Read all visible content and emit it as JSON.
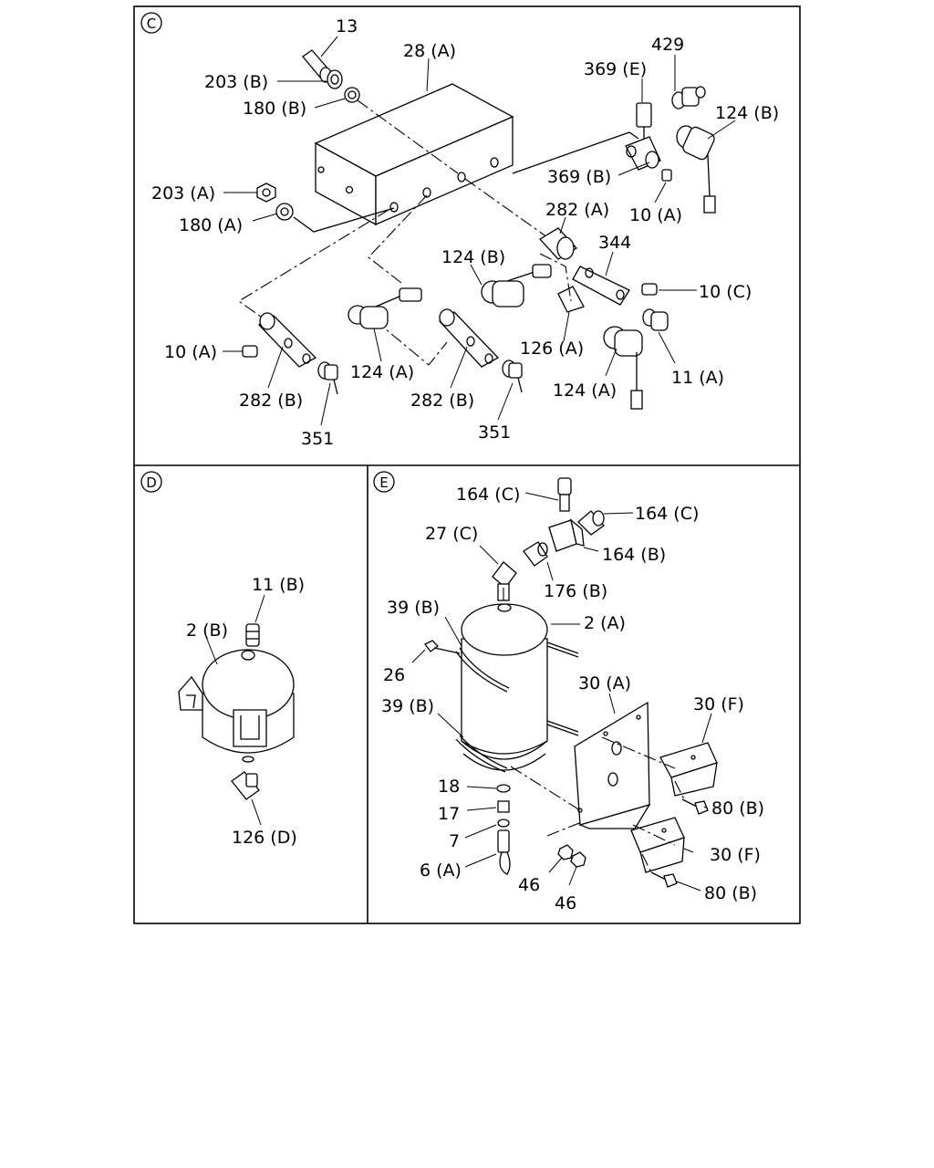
{
  "sections": {
    "C": {
      "letter": "C"
    },
    "D": {
      "letter": "D"
    },
    "E": {
      "letter": "E"
    }
  },
  "callouts": {
    "c_13": "13",
    "c_203B": "203 (B)",
    "c_180B": "180 (B)",
    "c_28A": "28 (A)",
    "c_429": "429",
    "c_369E": "369 (E)",
    "c_124B_top": "124 (B)",
    "c_369B": "369 (B)",
    "c_10A_top": "10 (A)",
    "c_203A": "203 (A)",
    "c_180A": "180 (A)",
    "c_282A": "282 (A)",
    "c_344": "344",
    "c_124B_mid": "124 (B)",
    "c_10C": "10 (C)",
    "c_10A_left": "10 (A)",
    "c_126A": "126 (A)",
    "c_124A_left": "124 (A)",
    "c_11A": "11 (A)",
    "c_282B_left": "282 (B)",
    "c_282B_right": "282 (B)",
    "c_124A_right": "124 (A)",
    "c_351_left": "351",
    "c_351_right": "351",
    "d_11B": "11 (B)",
    "d_2B": "2 (B)",
    "d_126D": "126 (D)",
    "e_164C_top": "164 (C)",
    "e_164C_right": "164 (C)",
    "e_27C": "27 (C)",
    "e_164B": "164 (B)",
    "e_176B": "176 (B)",
    "e_39B_top": "39 (B)",
    "e_2A": "2 (A)",
    "e_26": "26",
    "e_30A": "30 (A)",
    "e_39B_low": "39 (B)",
    "e_30F_top": "30 (F)",
    "e_18": "18",
    "e_17": "17",
    "e_80B_top": "80 (B)",
    "e_7": "7",
    "e_30F_low": "30 (F)",
    "e_6A": "6 (A)",
    "e_46_a": "46",
    "e_46_b": "46",
    "e_80B_low": "80 (B)"
  },
  "icons": {
    "section_marker": "circled-letter-icon",
    "valve": "solenoid-valve-icon",
    "tank": "air-tank-icon",
    "fitting": "fitting-icon"
  }
}
